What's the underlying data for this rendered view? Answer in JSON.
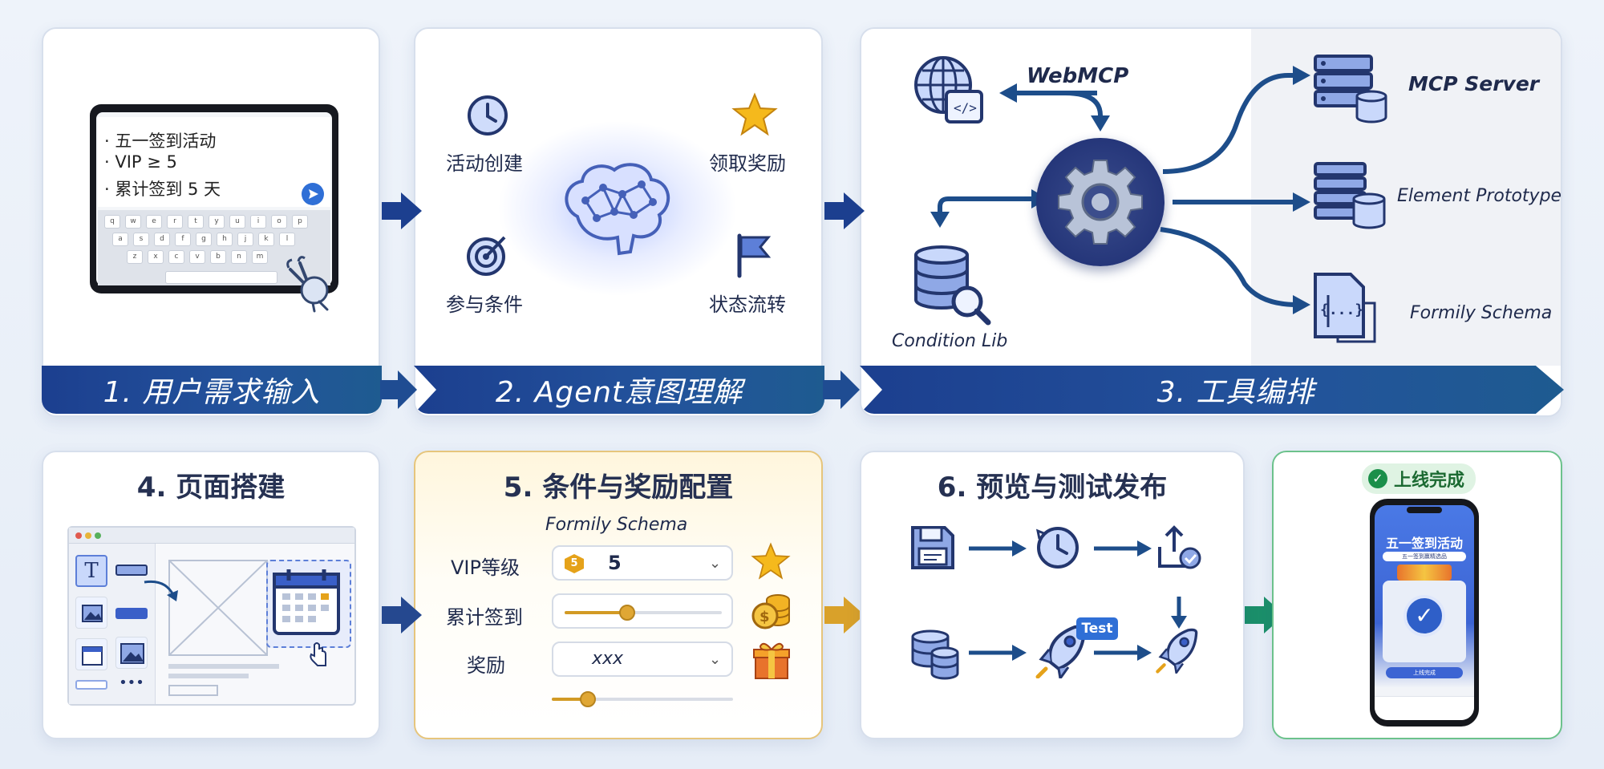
{
  "colors": {
    "primary": "#1f3f8f",
    "accent_blue": "#2f6fd6",
    "gold": "#e5a21a",
    "green": "#1b8f4a",
    "panel_border": "#d7dfec"
  },
  "step1": {
    "banner": "1. 用户需求输入",
    "chat_lines": [
      "· 五一签到活动",
      "· VIP ≥ 5",
      "· 累计签到 5 天"
    ],
    "keyboard_rows": [
      [
        "q",
        "w",
        "e",
        "r",
        "t",
        "y",
        "u",
        "i",
        "o",
        "p"
      ],
      [
        "a",
        "s",
        "d",
        "f",
        "g",
        "h",
        "j",
        "k",
        "l"
      ],
      [
        "z",
        "x",
        "c",
        "v",
        "b",
        "n",
        "m"
      ]
    ],
    "icons": [
      "send-icon",
      "lobster-icon"
    ]
  },
  "step2": {
    "banner": "2. Agent意图理解",
    "labels": {
      "create": "活动创建",
      "reward": "领取奖励",
      "condition": "参与条件",
      "status": "状态流转"
    },
    "icons": [
      "clock-icon",
      "star-icon",
      "target-icon",
      "flag-icon",
      "brain-icon"
    ]
  },
  "step3": {
    "banner": "3. 工具编排",
    "webmcp": "WebMCP",
    "condition_lib": "Condition Lib",
    "targets": [
      "MCP Server",
      "Element Prototype",
      "Formily Schema"
    ],
    "icons": [
      "globe-code-icon",
      "gear-icon",
      "database-search-icon",
      "server-icon",
      "element-db-icon",
      "schema-file-icon"
    ]
  },
  "step4": {
    "title": "4. 页面搭建",
    "icons": [
      "text-icon",
      "image-icon",
      "calendar-icon",
      "cursor-hand-icon",
      "more-icon"
    ]
  },
  "step5": {
    "title": "5. 条件与奖励配置",
    "subtitle": "Formily Schema",
    "rows": [
      {
        "label": "VIP等级",
        "value": "5",
        "badge": "5"
      },
      {
        "label": "累计签到",
        "value": ""
      },
      {
        "label": "奖励",
        "value": "xxx"
      }
    ],
    "sliders": [
      0.4,
      0.2
    ],
    "icons": [
      "star-icon",
      "coins-icon",
      "gift-icon"
    ]
  },
  "step6": {
    "title": "6. 预览与测试发布",
    "test_label": "Test",
    "icons": [
      "save-icon",
      "clock-icon",
      "publish-icon",
      "database-icon",
      "rocket-icon",
      "rocket-icon"
    ]
  },
  "step7": {
    "badge": "上线完成",
    "phone_title": "五一签到活动",
    "phone_subtitle": "五一签到赢精选品",
    "phone_button": "上线完成"
  }
}
